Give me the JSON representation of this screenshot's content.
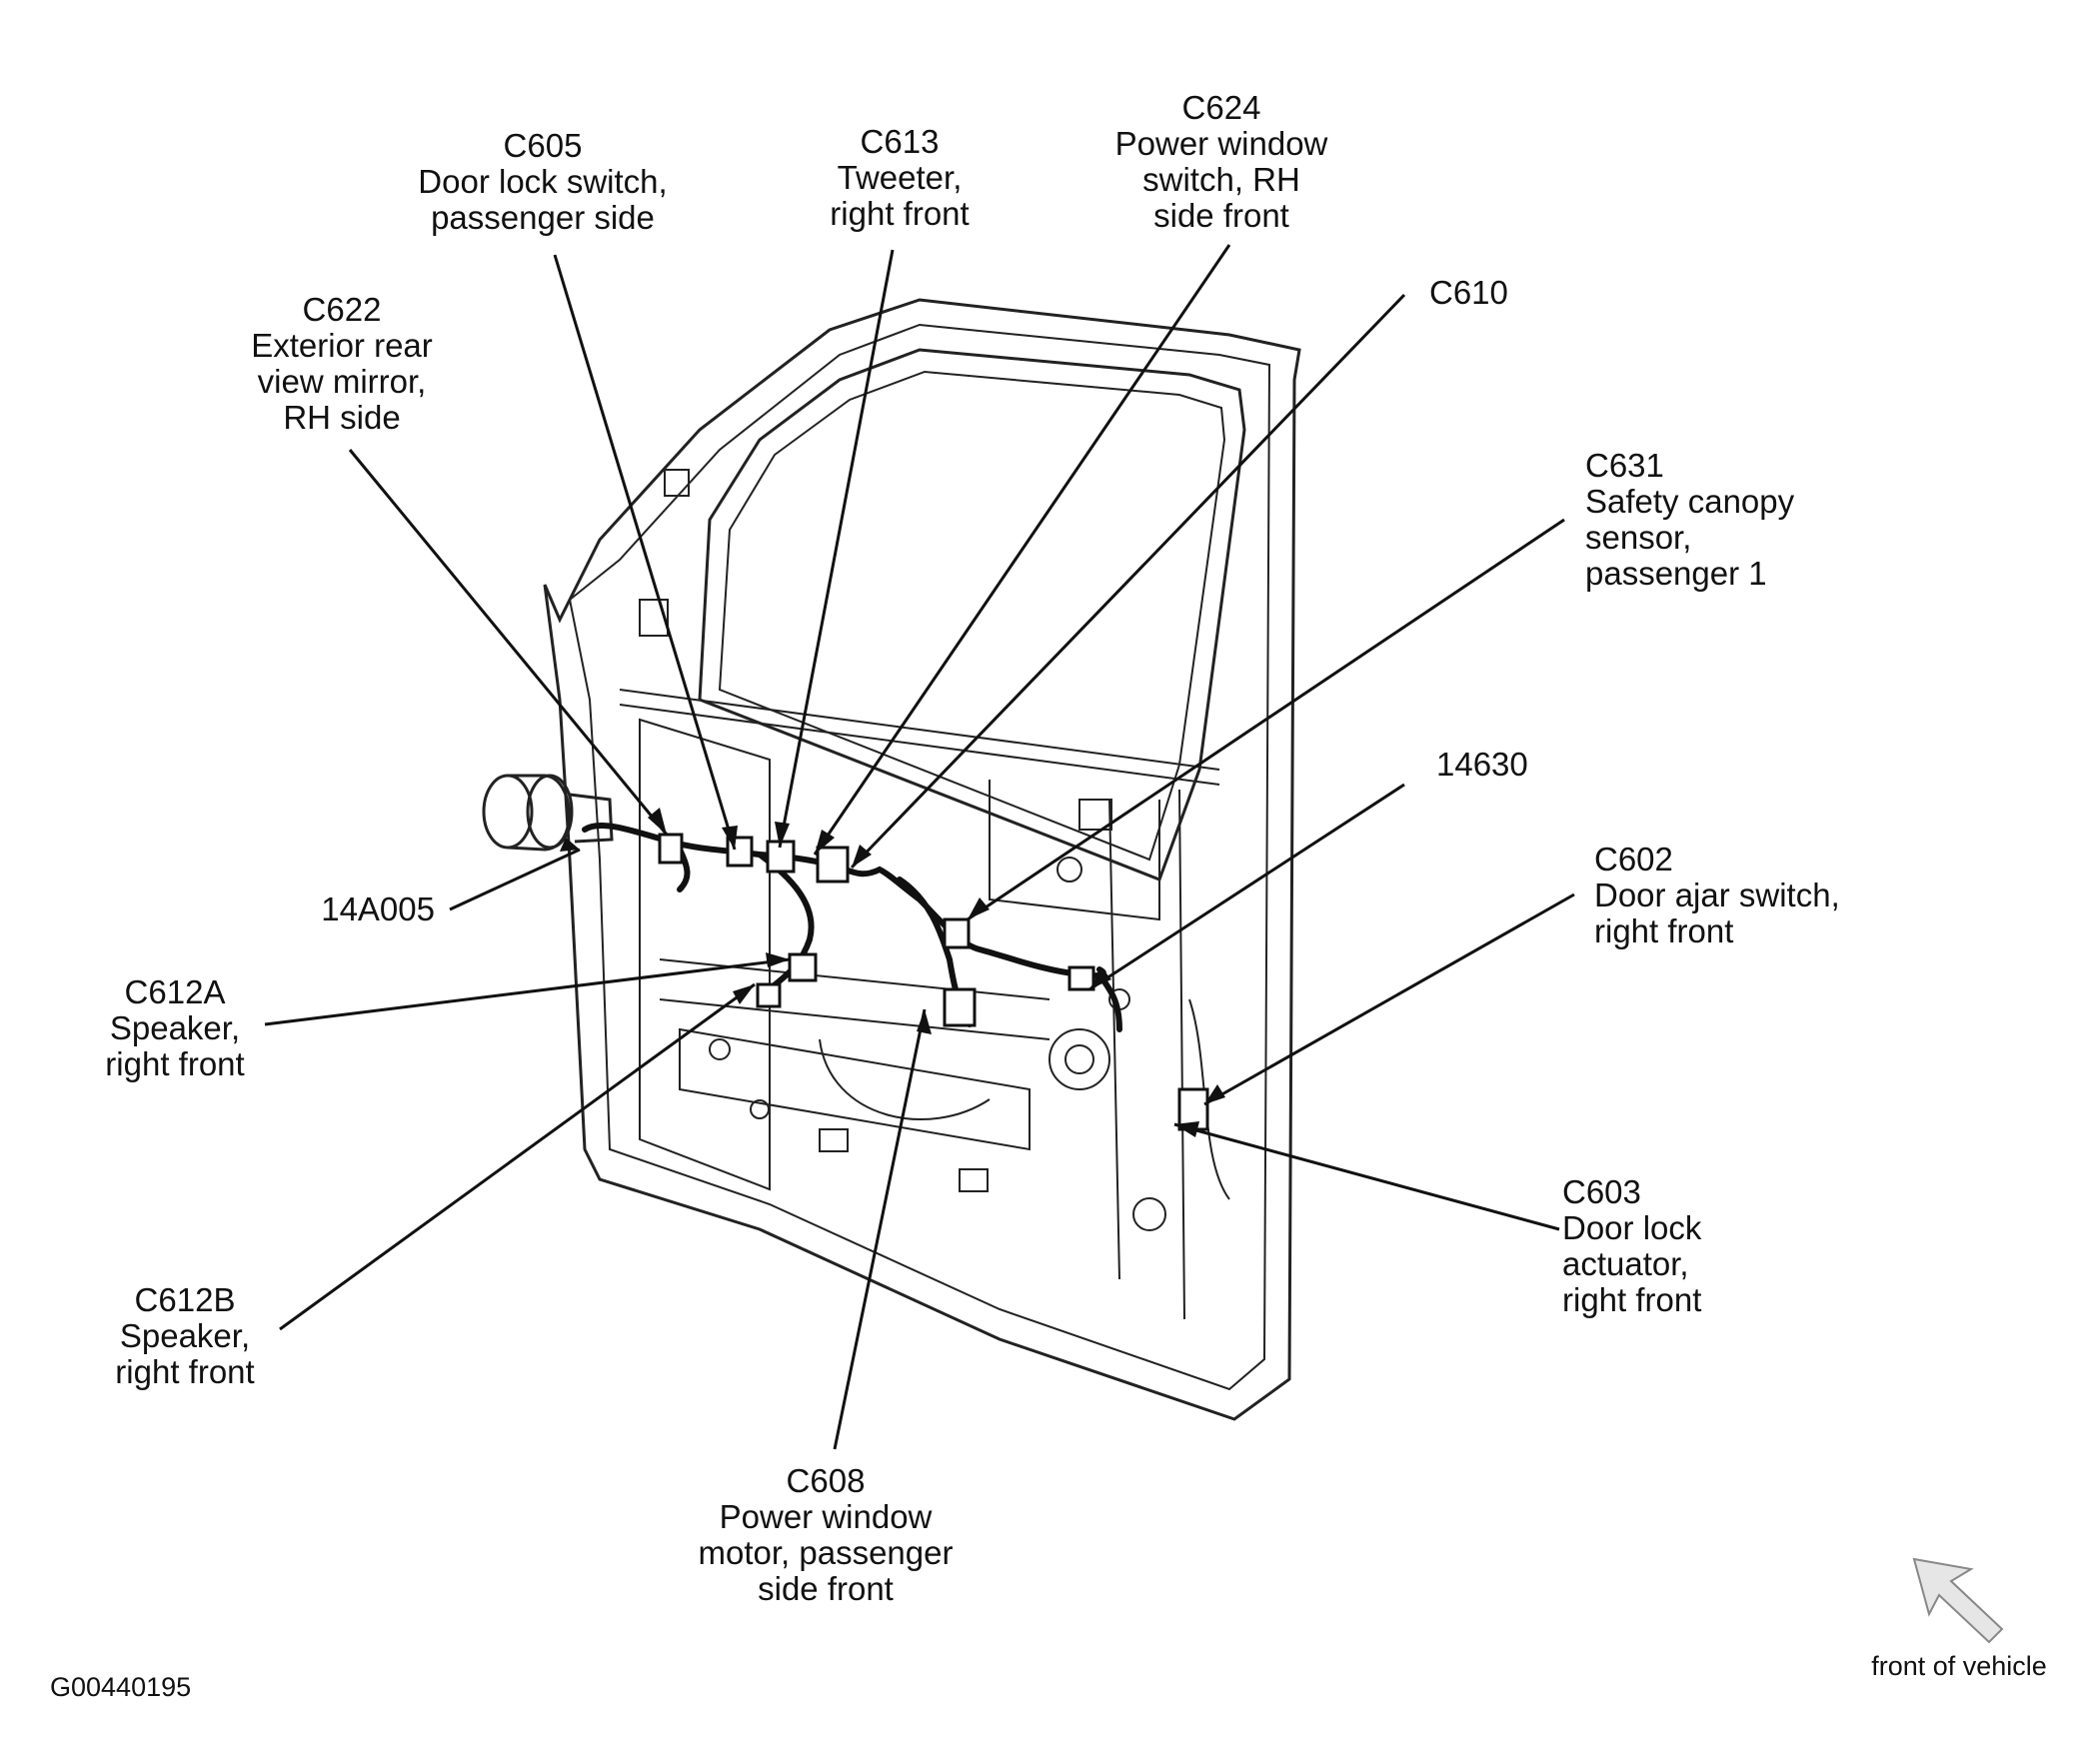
{
  "labels": {
    "c605": [
      "C605",
      "Door lock switch,",
      "passenger side"
    ],
    "c613": [
      "C613",
      "Tweeter,",
      "right front"
    ],
    "c624": [
      "C624",
      "Power window",
      "switch, RH",
      "side front"
    ],
    "c610": [
      "C610"
    ],
    "c622": [
      "C622",
      "Exterior rear",
      "view mirror,",
      "RH side"
    ],
    "c631": [
      "C631",
      "Safety canopy",
      "sensor,",
      "passenger 1"
    ],
    "n14630": [
      "14630"
    ],
    "c602": [
      "C602",
      "Door ajar switch,",
      "right front"
    ],
    "n14a005": [
      "14A005"
    ],
    "c612a": [
      "C612A",
      "Speaker,",
      "right front"
    ],
    "c603": [
      "C603",
      "Door lock",
      "actuator,",
      "right front"
    ],
    "c612b": [
      "C612B",
      "Speaker,",
      "right front"
    ],
    "c608": [
      "C608",
      "Power window",
      "motor, passenger",
      "side front"
    ]
  },
  "figure_id": "G00440195",
  "orientation_note": "front of vehicle",
  "icons": {
    "direction": "front-of-vehicle-arrow-icon"
  },
  "colors": {
    "line": "#111111",
    "background": "#ffffff"
  }
}
